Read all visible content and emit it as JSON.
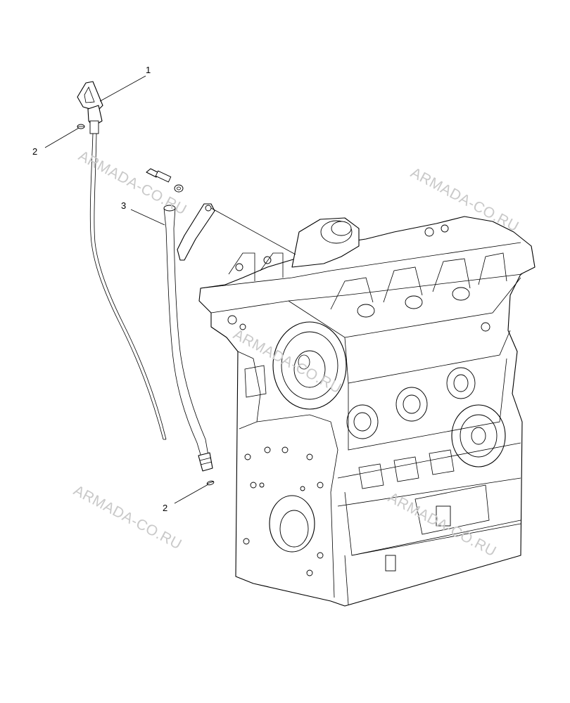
{
  "callouts": [
    {
      "id": "c1",
      "label": "1"
    },
    {
      "id": "c2a",
      "label": "2"
    },
    {
      "id": "c3",
      "label": "3"
    },
    {
      "id": "c2b",
      "label": "2"
    }
  ],
  "watermark": "ARMADA-CO.RU",
  "colors": {
    "line": "#000000",
    "watermark": "#c9c9c9",
    "background": "#ffffff"
  }
}
